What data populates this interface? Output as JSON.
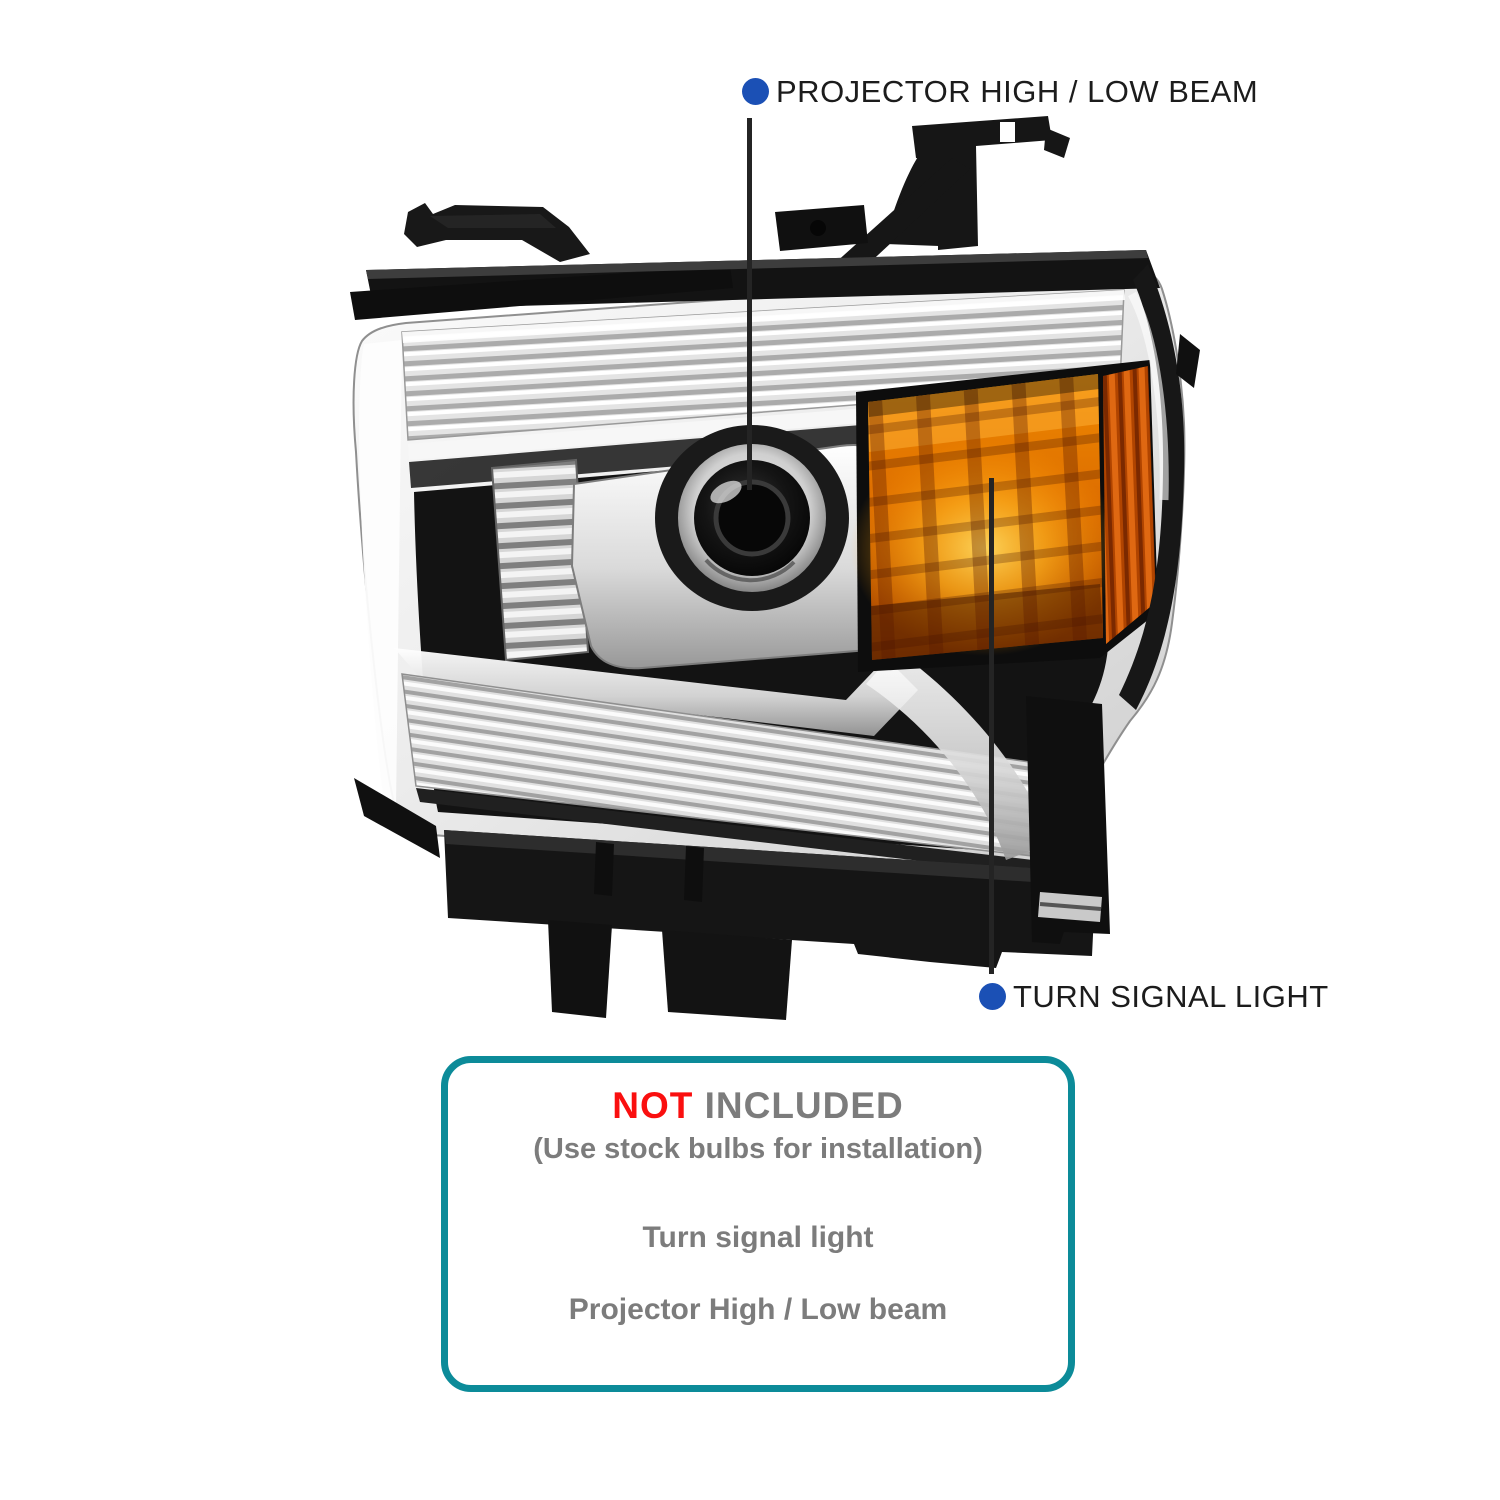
{
  "canvas": {
    "background": "#ffffff"
  },
  "callouts": [
    {
      "id": "projector",
      "label": "PROJECTOR HIGH / LOW BEAM",
      "dot_color": "#1b50b5"
    },
    {
      "id": "turn-signal",
      "label": "TURN SIGNAL LIGHT",
      "dot_color": "#1b50b5"
    }
  ],
  "not_included_box": {
    "heading_highlight": "NOT",
    "heading_rest": "INCLUDED",
    "subheading": "(Use stock bulbs for installation)",
    "items": [
      "Turn signal light",
      "Projector High / Low beam"
    ],
    "colors": {
      "border": "#0c8b99",
      "highlight": "#fa0f0f",
      "text": "#7c7c7c"
    }
  }
}
